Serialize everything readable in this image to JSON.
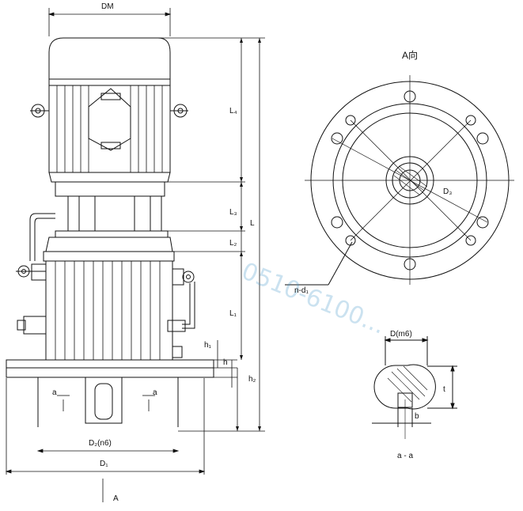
{
  "labels": {
    "dm": "DM",
    "view_a": "A向",
    "l4": "L₄",
    "l3": "L₃",
    "l2": "L₂",
    "l1": "L₁",
    "l": "L",
    "h1": "h₁",
    "h": "h",
    "h2": "h₂",
    "a_left": "a",
    "a_right": "a",
    "d2": "D₂(n6)",
    "d1": "D₁",
    "arrow_a": "A",
    "d3": "D₃",
    "nd1": "n-d₁",
    "dm6": "D(m6)",
    "t": "t",
    "b": "b",
    "section": "a - a"
  },
  "watermark": "0510-6100..."
}
